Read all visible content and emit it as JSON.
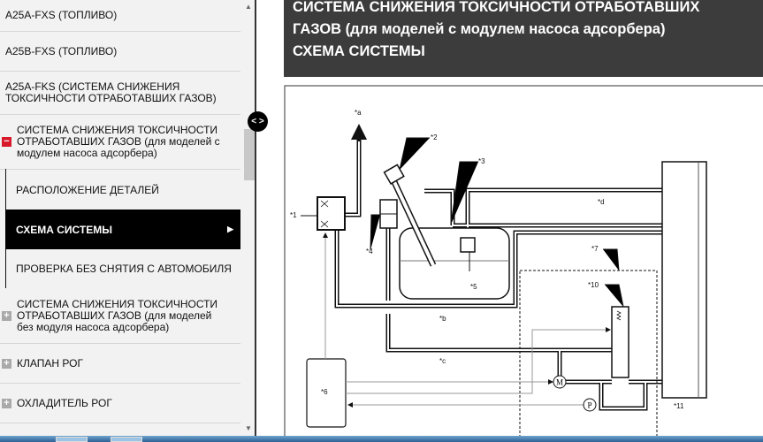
{
  "sidebar": {
    "items": [
      {
        "label": "A25A-FXS (ТОПЛИВО)"
      },
      {
        "label": "A25B-FXS (ТОПЛИВО)"
      },
      {
        "label": "A25A-FKS (СИСТЕМА СНИЖЕНИЯ ТОКСИЧНОСТИ ОТРАБОТАВШИХ ГАЗОВ)"
      },
      {
        "label": "СИСТЕМА СНИЖЕНИЯ ТОКСИЧНОСТИ ОТРАБОТАВШИХ ГАЗОВ (для моделей с модулем насоса адсорбера)",
        "icon": "−"
      },
      {
        "label": "СИСТЕМА СНИЖЕНИЯ ТОКСИЧНОСТИ ОТРАБОТАВШИХ ГАЗОВ (для моделей без модуля насоса адсорбера)",
        "icon": "+"
      },
      {
        "label": "КЛАПАН РОГ",
        "icon": "+"
      },
      {
        "label": "ОХЛАДИТЕЛЬ РОГ",
        "icon": "+"
      }
    ],
    "subitems": [
      {
        "label": "РАСПОЛОЖЕНИЕ ДЕТАЛЕЙ"
      },
      {
        "label": "СХЕМА СИСТЕМЫ",
        "active": true,
        "arrow": "▶"
      },
      {
        "label": "ПРОВЕРКА БЕЗ СНЯТИЯ С АВТОМОБИЛЯ"
      }
    ],
    "toggle": "< >"
  },
  "header": {
    "line1": "СИСТЕМА СНИЖЕНИЯ ТОКСИЧНОСТИ ОТРАБОТАВШИХ",
    "line2": "ГАЗОВ (для моделей с модулем насоса адсорбера)",
    "line3": "СХЕМА СИСТЕМЫ"
  },
  "diagram": {
    "labels": {
      "a": "*a",
      "b": "*b",
      "c": "*c",
      "d": "*d",
      "n1": "*1",
      "n2": "*2",
      "n3": "*3",
      "n4": "*4",
      "n5": "*5",
      "n6": "*6",
      "n7": "*7",
      "n10": "*10",
      "n11": "*11",
      "m": "M",
      "p": "P"
    }
  }
}
